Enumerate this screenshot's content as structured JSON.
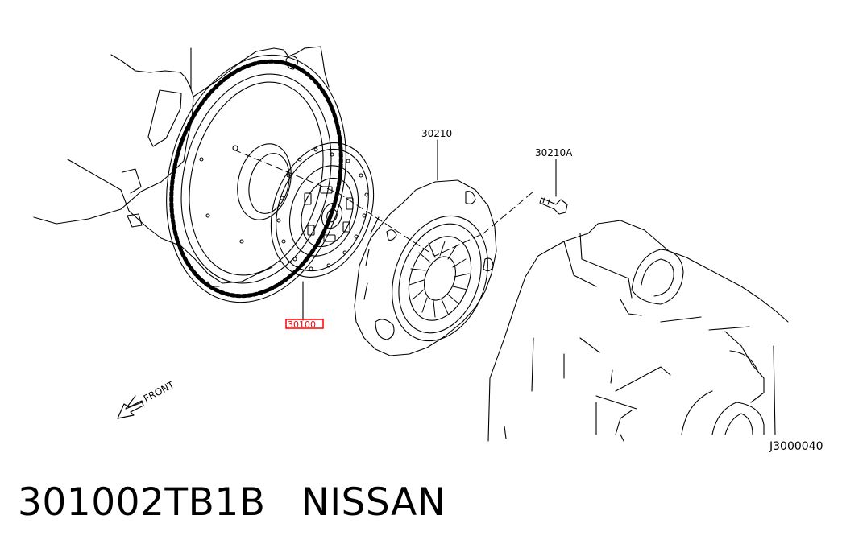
{
  "diagram": {
    "labels": {
      "clutch_disc": "30100",
      "clutch_cover": "30210",
      "cover_bolt": "30210A",
      "front": "FRONT",
      "drawing_code": "J3000040"
    },
    "highlight_color": "#ff0000"
  },
  "footer": {
    "part_number": "301002TB1B",
    "brand": "NISSAN"
  }
}
